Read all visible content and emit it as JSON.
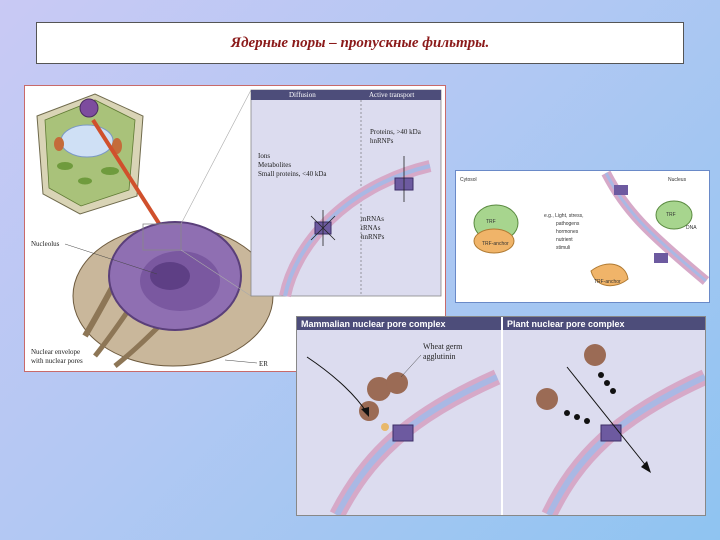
{
  "slide": {
    "title": "Ядерные поры – пропускные фильтры."
  },
  "panel_a": {
    "header_diffusion": "Diffusion",
    "header_active": "Active transport",
    "label_proteins": "Proteins, >40 kDa",
    "label_hnrnps_top": "hnRNPs",
    "label_ions": "Ions",
    "label_metabolites": "Metabolites",
    "label_small_proteins": "Small proteins, <40 kDa",
    "label_mrnas": "mRNAs",
    "label_trnas": "tRNAs",
    "label_hnrnps_bottom": "hnRNPs",
    "label_nucleolus": "Nucleolus",
    "label_envelope_1": "Nuclear envelope",
    "label_envelope_2": "with nuclear pores",
    "label_er": "ER"
  },
  "panel_b": {
    "label_cytosol": "Cytosol",
    "label_nucleus": "Nucleus",
    "label_trf_left": "TRF",
    "label_anchor": "TRF-anchor",
    "label_stimulus_1": "e.g., Light, stress,",
    "label_stimulus_2": "pathogens",
    "label_stimulus_3": "hormones",
    "label_stimulus_4": "nutrient",
    "label_stimulus_5": "stimuli",
    "label_trf_right": "TRF",
    "label_dna": "DNA",
    "label_trf_anchor_bottom": "TRF-anchor"
  },
  "panel_c": {
    "header_mammalian": "Mammalian nuclear pore complex",
    "header_plant": "Plant nuclear pore complex",
    "label_wga_1": "Wheat germ",
    "label_wga_2": "agglutinin"
  }
}
